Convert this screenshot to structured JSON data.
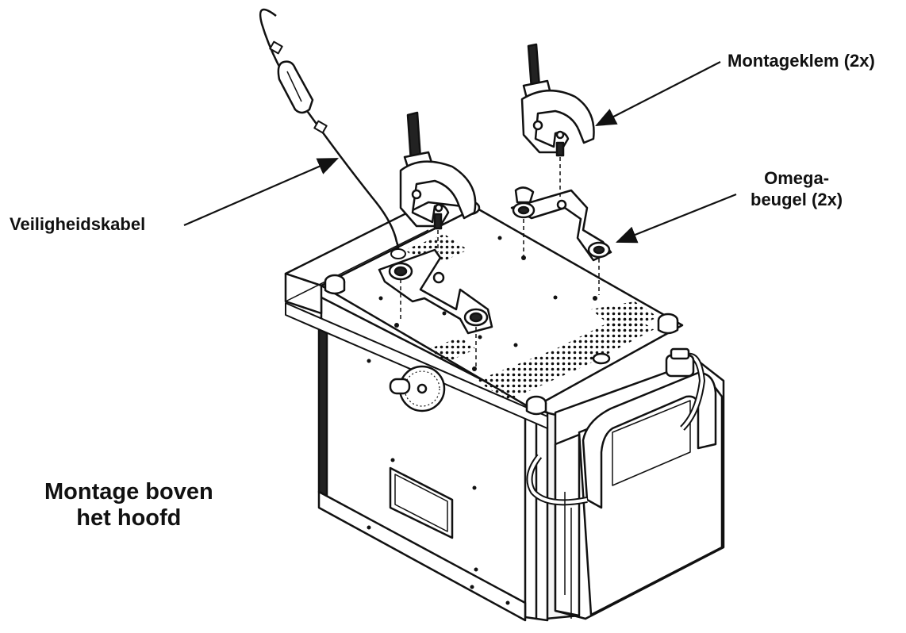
{
  "labels": {
    "mounting_clamp": "Montageklem (2x)",
    "omega_bracket_line1": "Omega-",
    "omega_bracket_line2": "beugel (2x)",
    "safety_cable": "Veiligheidskabel",
    "title_line1": "Montage boven",
    "title_line2": "het hoofd"
  },
  "colors": {
    "ink": "#111111",
    "paper": "#ffffff",
    "shade": "#d9d9d9"
  }
}
